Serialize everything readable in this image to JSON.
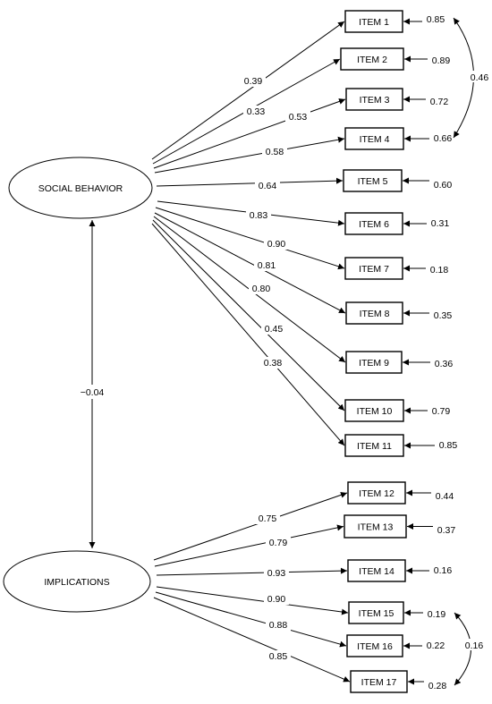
{
  "factors": [
    {
      "label": "SOCIAL BEHAVIOR"
    },
    {
      "label": "IMPLICATIONS"
    }
  ],
  "factor_correlation": "−0.04",
  "items": [
    {
      "label": "ITEM 1",
      "loading": "0.39",
      "error": "0.85",
      "factor": 0
    },
    {
      "label": "ITEM 2",
      "loading": "0.33",
      "error": "0.89",
      "factor": 0
    },
    {
      "label": "ITEM 3",
      "loading": "0.53",
      "error": "0.72",
      "factor": 0
    },
    {
      "label": "ITEM 4",
      "loading": "0.58",
      "error": "0.66",
      "factor": 0
    },
    {
      "label": "ITEM 5",
      "loading": "0.64",
      "error": "0.60",
      "factor": 0
    },
    {
      "label": "ITEM 6",
      "loading": "0.83",
      "error": "0.31",
      "factor": 0
    },
    {
      "label": "ITEM 7",
      "loading": "0.90",
      "error": "0.18",
      "factor": 0
    },
    {
      "label": "ITEM 8",
      "loading": "0.81",
      "error": "0.35",
      "factor": 0
    },
    {
      "label": "ITEM 9",
      "loading": "0.80",
      "error": "0.36",
      "factor": 0
    },
    {
      "label": "ITEM 10",
      "loading": "0.45",
      "error": "0.79",
      "factor": 0
    },
    {
      "label": "ITEM 11",
      "loading": "0.38",
      "error": "0.85",
      "factor": 0
    },
    {
      "label": "ITEM 12",
      "loading": "0.75",
      "error": "0.44",
      "factor": 1
    },
    {
      "label": "ITEM 13",
      "loading": "0.79",
      "error": "0.37",
      "factor": 1
    },
    {
      "label": "ITEM 14",
      "loading": "0.93",
      "error": "0.16",
      "factor": 1
    },
    {
      "label": "ITEM 15",
      "loading": "0.90",
      "error": "0.19",
      "factor": 1
    },
    {
      "label": "ITEM 16",
      "loading": "0.88",
      "error": "0.22",
      "factor": 1
    },
    {
      "label": "ITEM 17",
      "loading": "0.85",
      "error": "0.28",
      "factor": 1
    }
  ],
  "error_covariances": [
    {
      "between": [
        "ITEM 1",
        "ITEM 4"
      ],
      "value": "0.46"
    },
    {
      "between": [
        "ITEM 15",
        "ITEM 17"
      ],
      "value": "0.16"
    }
  ]
}
